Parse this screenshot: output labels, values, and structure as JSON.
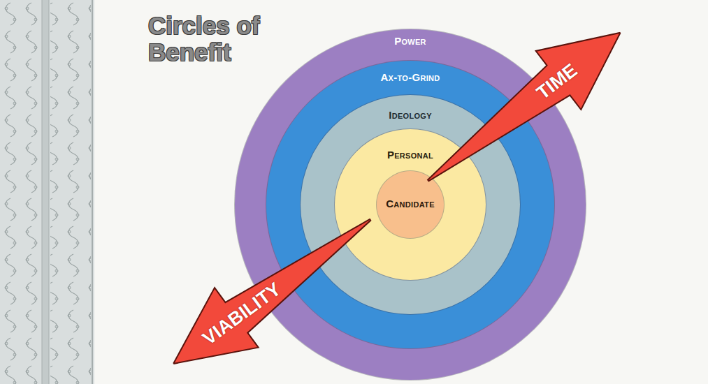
{
  "diagram": {
    "title": "Circles of Benefit",
    "nodes": [
      {
        "text": [
          "Power"
        ]
      },
      {
        "text": [
          "Ax-to-Grind"
        ],
        "in": 0
      },
      {
        "text": [
          "Ideology"
        ],
        "in": 1
      },
      {
        "text": [
          "Personal"
        ],
        "in": 2
      },
      {
        "text": [
          "Candidate"
        ],
        "in": 3
      },
      {
        "text": [
          "TIME"
        ]
      },
      {
        "text": [
          "VIABILITY"
        ]
      }
    ]
  }
}
